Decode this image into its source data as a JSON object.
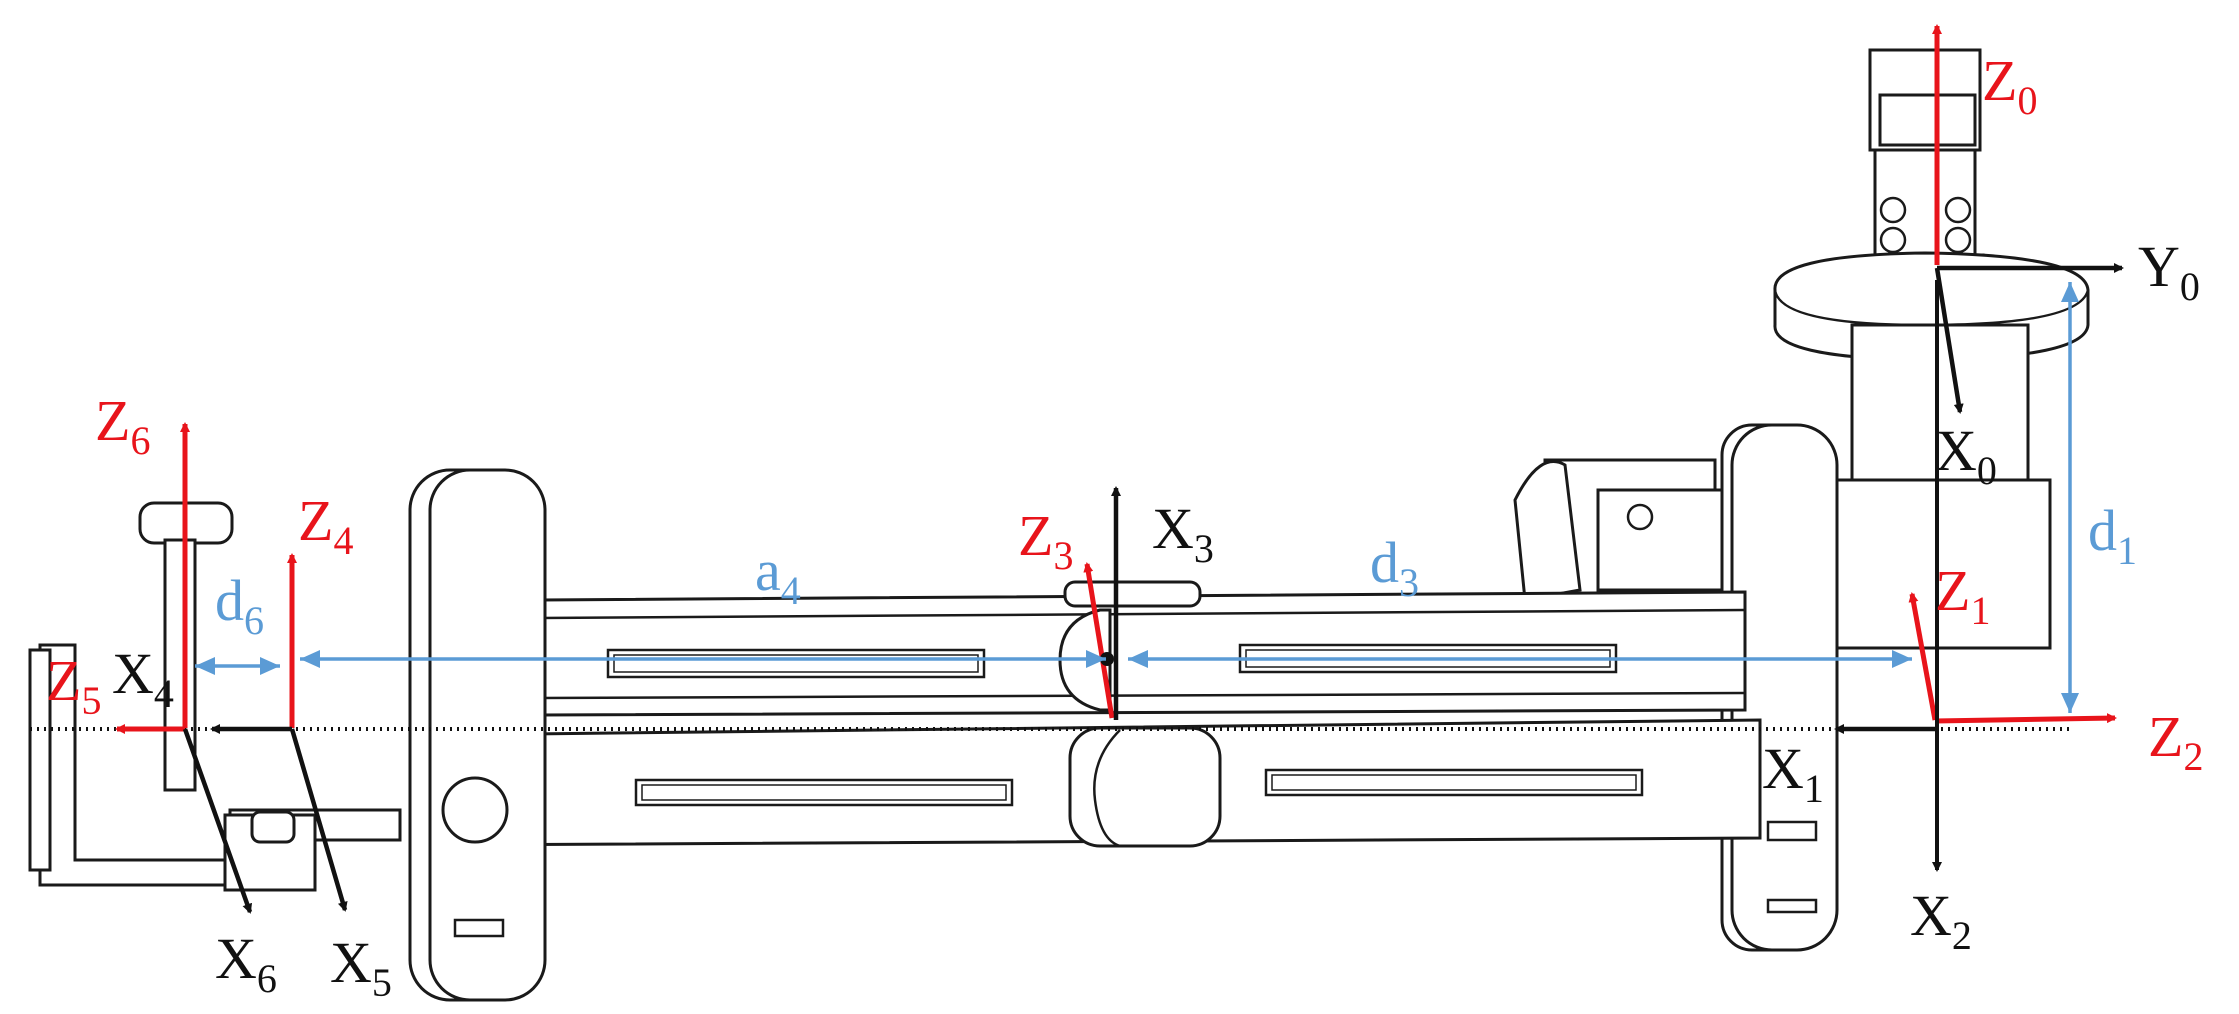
{
  "colors": {
    "z_axis": "#e8141b",
    "x_axis": "#111111",
    "dimension": "#5b9bd5",
    "reference_line": "#111111"
  },
  "labels": {
    "z0": {
      "base": "Z",
      "sub": "0"
    },
    "y0": {
      "base": "Y",
      "sub": "0"
    },
    "x0": {
      "base": "X",
      "sub": "0"
    },
    "d1": {
      "base": "d",
      "sub": "1"
    },
    "z1": {
      "base": "Z",
      "sub": "1"
    },
    "z2": {
      "base": "Z",
      "sub": "2"
    },
    "x1": {
      "base": "X",
      "sub": "1"
    },
    "x2": {
      "base": "X",
      "sub": "2"
    },
    "z3": {
      "base": "Z",
      "sub": "3"
    },
    "x3": {
      "base": "X",
      "sub": "3"
    },
    "d3": {
      "base": "d",
      "sub": "3"
    },
    "a4": {
      "base": "a",
      "sub": "4"
    },
    "z4": {
      "base": "Z",
      "sub": "4"
    },
    "d6": {
      "base": "d",
      "sub": "6"
    },
    "z6": {
      "base": "Z",
      "sub": "6"
    },
    "z5": {
      "base": "Z",
      "sub": "5"
    },
    "x4": {
      "base": "X",
      "sub": "4"
    },
    "x6": {
      "base": "X",
      "sub": "6"
    },
    "x5": {
      "base": "X",
      "sub": "5"
    }
  }
}
